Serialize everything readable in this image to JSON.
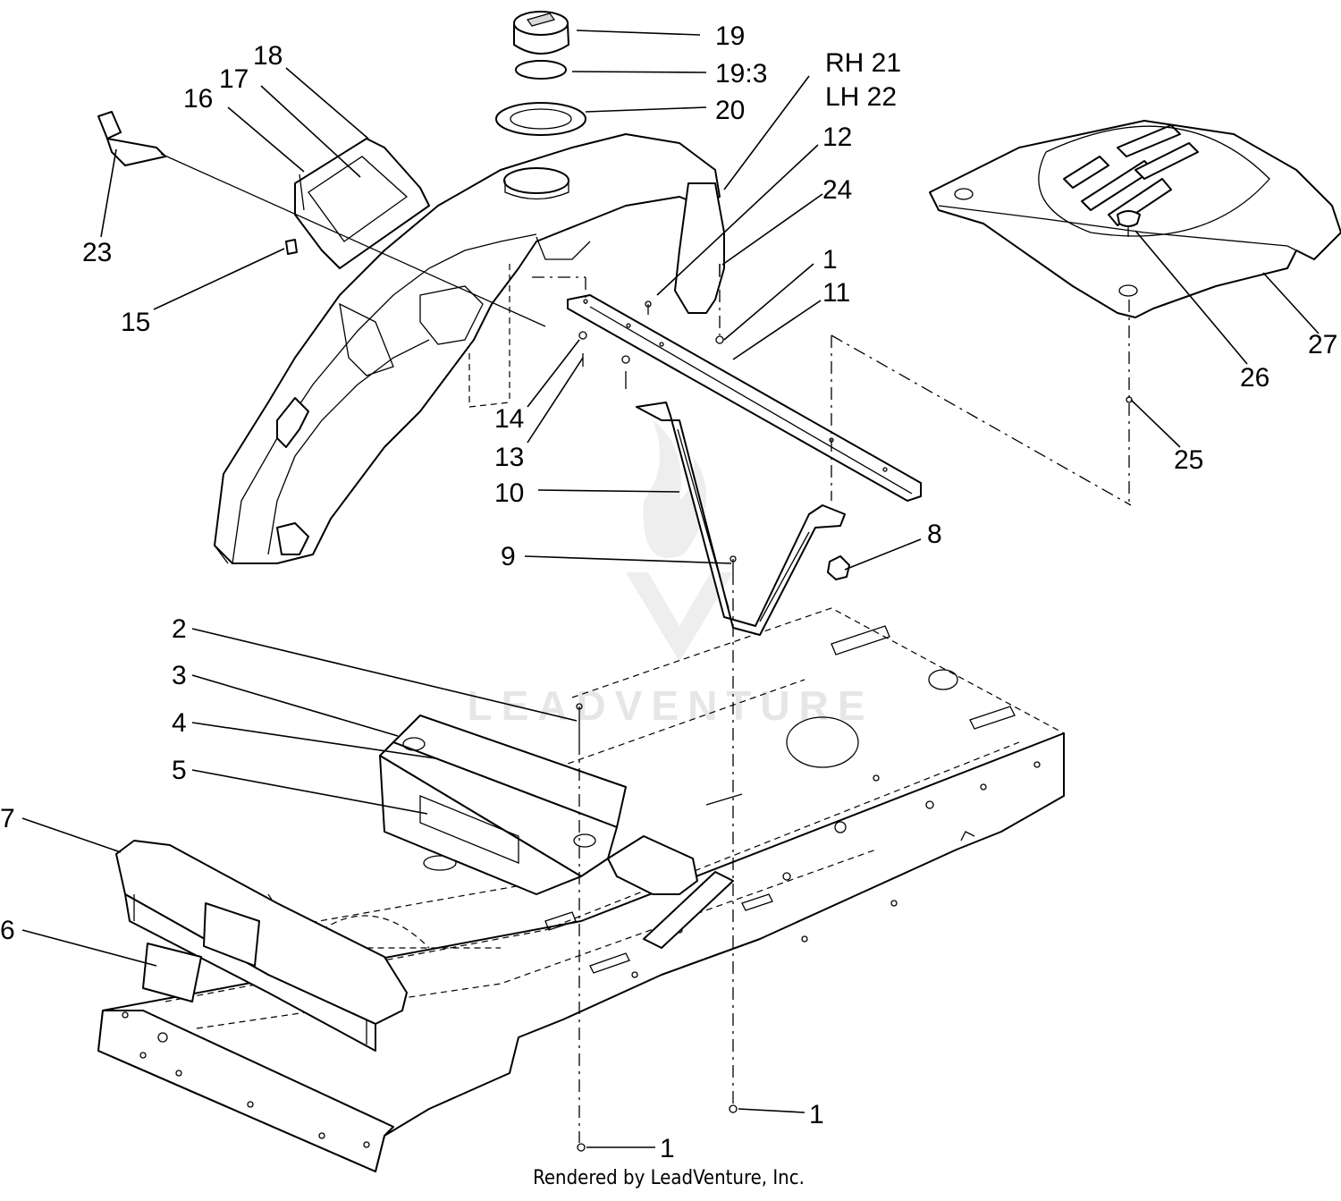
{
  "watermark": "LEADVENTURE",
  "footer": "Rendered by LeadVenture, Inc.",
  "callouts": [
    {
      "id": "19",
      "text": "19"
    },
    {
      "id": "19-3",
      "text": "19:3"
    },
    {
      "id": "20",
      "text": "20"
    },
    {
      "id": "rh21",
      "text": "RH 21"
    },
    {
      "id": "lh22",
      "text": "LH 22"
    },
    {
      "id": "12",
      "text": "12"
    },
    {
      "id": "24",
      "text": "24"
    },
    {
      "id": "1a",
      "text": "1"
    },
    {
      "id": "11",
      "text": "11"
    },
    {
      "id": "18",
      "text": "18"
    },
    {
      "id": "17",
      "text": "17"
    },
    {
      "id": "16",
      "text": "16"
    },
    {
      "id": "23",
      "text": "23"
    },
    {
      "id": "15",
      "text": "15"
    },
    {
      "id": "14",
      "text": "14"
    },
    {
      "id": "13",
      "text": "13"
    },
    {
      "id": "10",
      "text": "10"
    },
    {
      "id": "9",
      "text": "9"
    },
    {
      "id": "8",
      "text": "8"
    },
    {
      "id": "27",
      "text": "27"
    },
    {
      "id": "26",
      "text": "26"
    },
    {
      "id": "25",
      "text": "25"
    },
    {
      "id": "2",
      "text": "2"
    },
    {
      "id": "3",
      "text": "3"
    },
    {
      "id": "4",
      "text": "4"
    },
    {
      "id": "5",
      "text": "5"
    },
    {
      "id": "7",
      "text": "7"
    },
    {
      "id": "6",
      "text": "6"
    },
    {
      "id": "1b",
      "text": "1"
    },
    {
      "id": "1c",
      "text": "1"
    }
  ]
}
